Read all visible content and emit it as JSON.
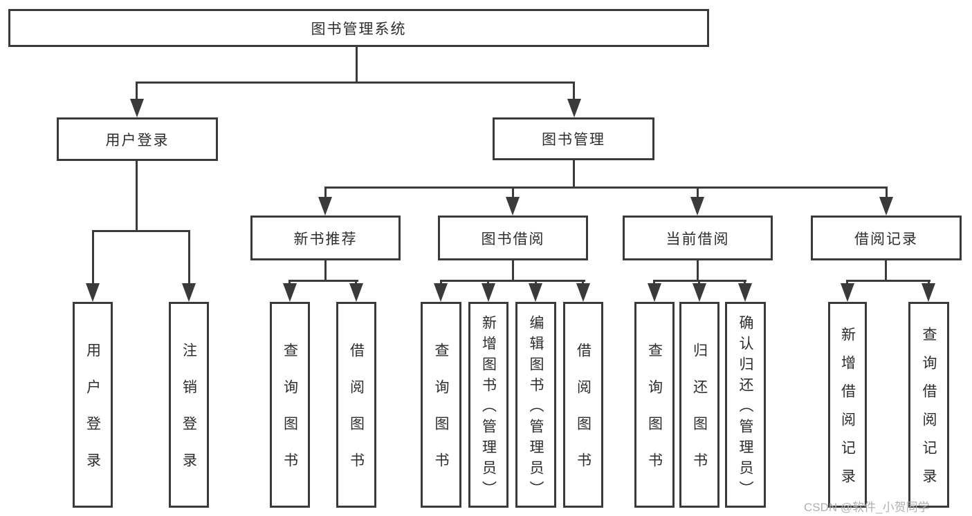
{
  "colors": {
    "line": "#3a3a3a",
    "text": "#2d2d2d",
    "watermark": "#b0b0b0",
    "background": "#ffffff"
  },
  "nodes": {
    "root": "图书管理系统",
    "l2": [
      "用户登录",
      "图书管理"
    ],
    "l3": [
      "新书推荐",
      "图书借阅",
      "当前借阅",
      "借阅记录"
    ],
    "leaves": {
      "login": [
        "用户登录",
        "注销登录"
      ],
      "recommend": [
        "查询图书",
        "借阅图书"
      ],
      "borrow": [
        "查询图书",
        "新增图书（管理员）",
        "编辑图书（管理员）",
        "借阅图书"
      ],
      "current": [
        "查询图书",
        "归还图书",
        "确认归还（管理员）"
      ],
      "records": [
        "新增借阅记录",
        "查询借阅记录"
      ]
    }
  },
  "watermark": "CSDN @软件_小贺同学"
}
